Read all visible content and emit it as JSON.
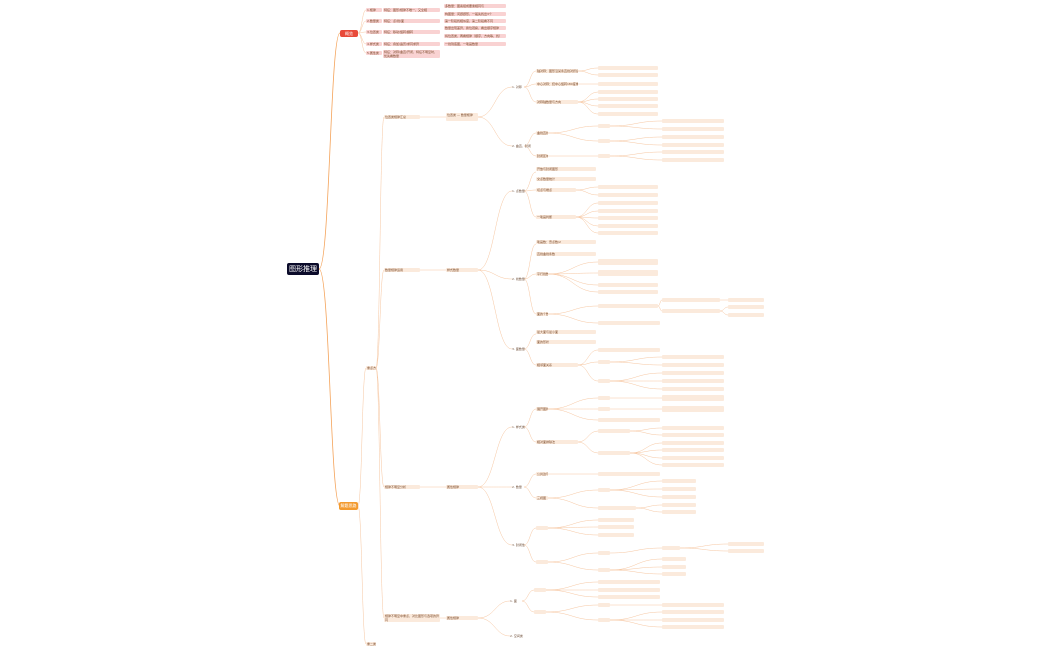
{
  "root": {
    "title": "图形推理"
  },
  "top_branch": {
    "title": "概览",
    "rows": [
      {
        "label": "1.规律",
        "desc": "特征：图形/规律不唯一，又全相",
        "notes": [
          "多数量：图案组成要素相同与",
          "构图量：问题题形，一般先找出3个"
        ]
      },
      {
        "label": "2.数量类",
        "desc": "特征：点/线/面",
        "notes": [
          "第一阶段找相似度，第二阶段看不同"
        ]
      },
      {
        "label": "3.位置类",
        "desc": "特征：移动/旋转/翻转",
        "notes": [
          "数量出现差异，换位观察，看出顺序规律",
          "将位置类，再看规律（顺序，方向等，找）"
        ]
      },
      {
        "label": "4.样式类",
        "desc": "特征：叠加/遍历/求同求异",
        "notes": [
          "一线到底图，一笔画数量"
        ]
      },
      {
        "label": "5.属性类",
        "desc": "特征：对称/曲直/开闭，特征不明显时，优先看数量"
      }
    ]
  },
  "bottom_branch": {
    "title": "解题思路",
    "sections": [
      {
        "label": "位置类规律汇总",
        "sub": "位置类 — 数量规律"
      },
      {
        "label": "数量规律运用",
        "sub": "样式数量"
      },
      {
        "label": "规律不明显分析",
        "sub": "属性规律"
      },
      {
        "label": "规律不明显中重点，对比图形与选项的异同",
        "sub": "属性规律"
      },
      {
        "label": "重点方",
        "sub": "空间类"
      }
    ],
    "level2": [
      "1. 对称",
      "2. 曲直、封闭",
      "1. 点数量",
      "2. 线数量",
      "3. 面数量",
      "1. 样式类",
      "2. 数量",
      "3. 封闭性",
      "1. 面",
      "2. 空间类",
      "1. 对称"
    ],
    "leaf_texts": [
      "轴对称：图形沿某条直线对折后重合",
      "中心对称：绕中心旋转180度重合",
      "对称轴数量与方向",
      "曲线直线区分",
      "封闭区域数量",
      "开放与封闭图形",
      "交点数量统计",
      "切点与端点",
      "一笔画判断",
      "笔画数：奇点数/2",
      "直线曲线条数",
      "平行线数量",
      "面的个数",
      "最大面与最小面",
      "面的形状",
      "相邻面关系",
      "展开图判断",
      "相对面排除法",
      "公共边与公共点",
      "三视图"
    ]
  },
  "footer": {
    "label": "重二类"
  }
}
